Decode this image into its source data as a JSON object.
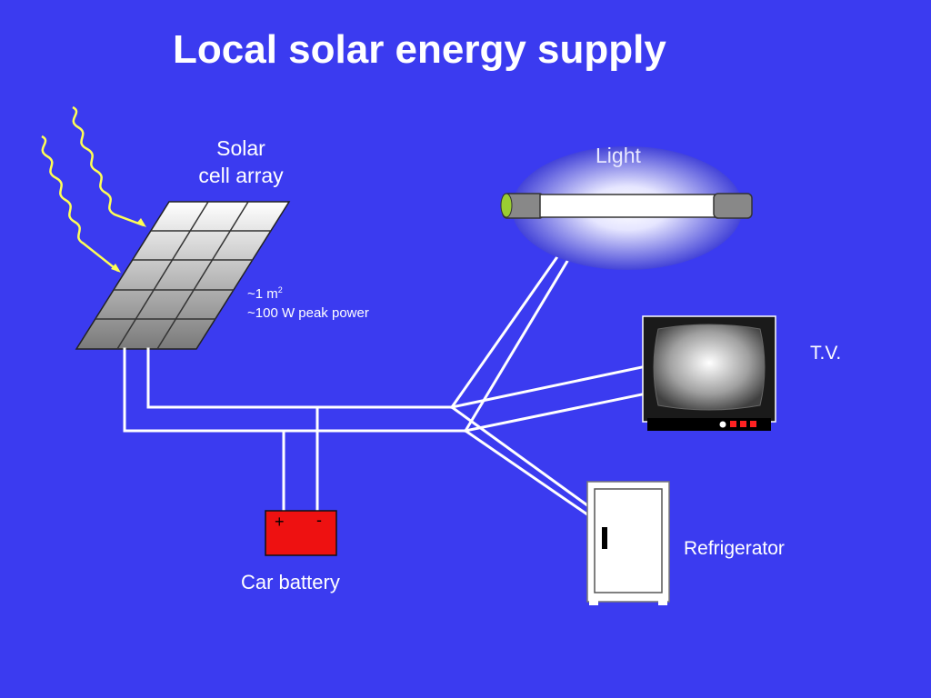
{
  "title": "Local solar energy supply",
  "labels": {
    "solar_line1": "Solar",
    "solar_line2": "cell array",
    "area_prefix": "~1 m",
    "area_exp": "2",
    "peak_power": "~100 W peak power",
    "light": "Light",
    "tv": "T.V.",
    "refrigerator": "Refrigerator",
    "battery": "Car battery",
    "battery_plus": "+",
    "battery_minus": "-"
  },
  "colors": {
    "background": "#3b3bf0",
    "wire": "#ffffff",
    "sun_ray": "#ffff55",
    "battery": "#ee1111",
    "tube_cap": "#9acd32"
  },
  "icons": [
    "sun-ray-icon",
    "solar-panel-icon",
    "light-tube-icon",
    "tv-icon",
    "refrigerator-icon",
    "car-battery-icon"
  ]
}
